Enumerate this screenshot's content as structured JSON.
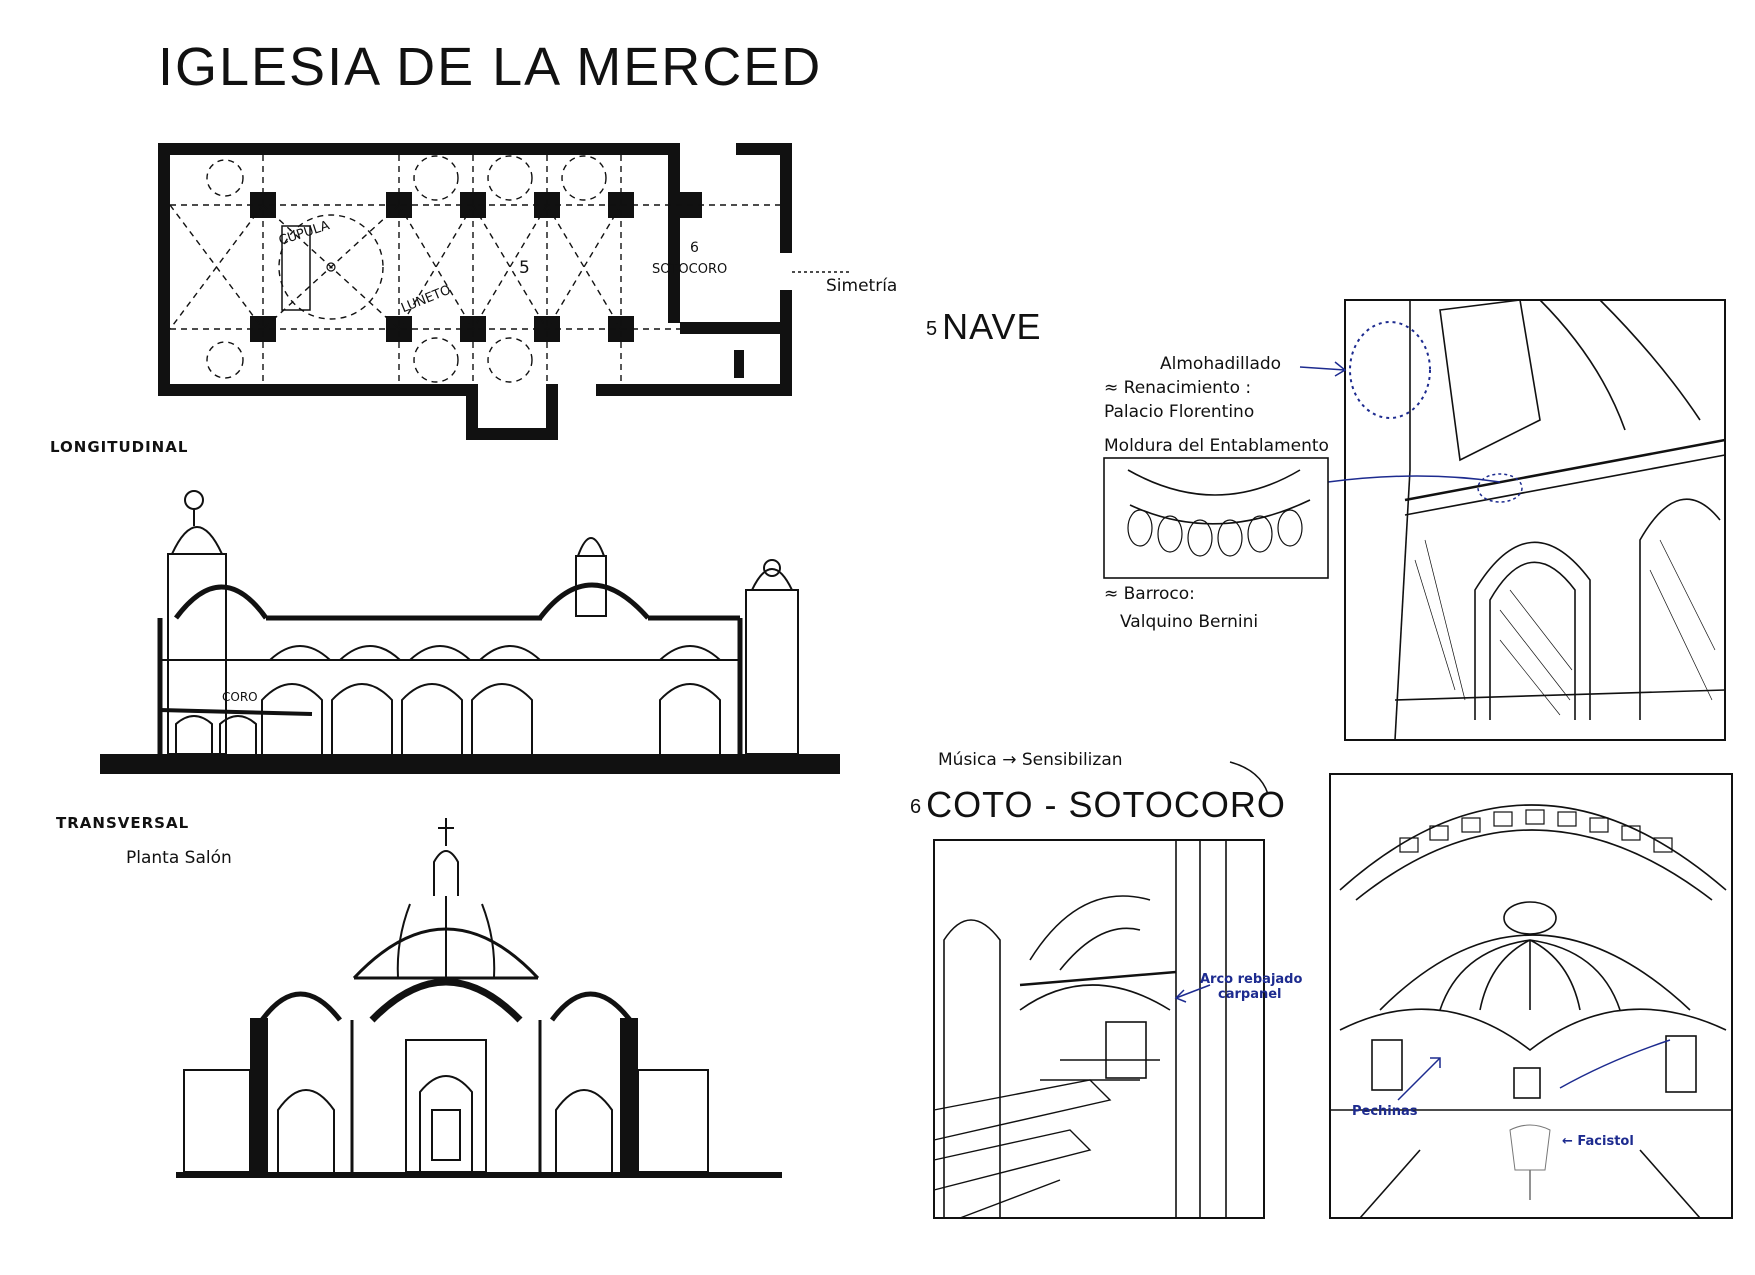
{
  "title": "IGLESIA DE LA MERCED",
  "plan": {
    "labels": {
      "cupula": "CÚPULA",
      "luneto": "LUNETO",
      "nave_number": "5",
      "sotocoro_number": "6",
      "sotocoro": "SOTOCORO"
    },
    "symmetry_note": "Simetría"
  },
  "sections": {
    "longitudinal": {
      "label": "LONGITUDINAL",
      "coro_label": "CORO"
    },
    "transversal": {
      "label": "TRANSVERSAL",
      "subtitle": "Planta Salón"
    }
  },
  "nave": {
    "number": "5",
    "heading": "NAVE",
    "notes": {
      "almohadillado": "Almohadillado",
      "renacimiento": "≈ Renacimiento :",
      "palacio": "Palacio Florentino",
      "moldura": "Moldura del Entablamento",
      "barroco": "≈ Barroco:",
      "bernini": "Valquino Bernini"
    }
  },
  "coro": {
    "music_note": "Música → Sensibilizan",
    "number": "6",
    "heading": "COTO - SOTOCORO",
    "annotations": {
      "arco_line1": "Arco rebajado",
      "arco_line2": "carpanel",
      "pechinas": "Pechinas",
      "facistol": "← Facistol"
    }
  },
  "colors": {
    "ink": "#111111",
    "annotation_blue": "#1d2b8f",
    "paper": "#ffffff"
  }
}
